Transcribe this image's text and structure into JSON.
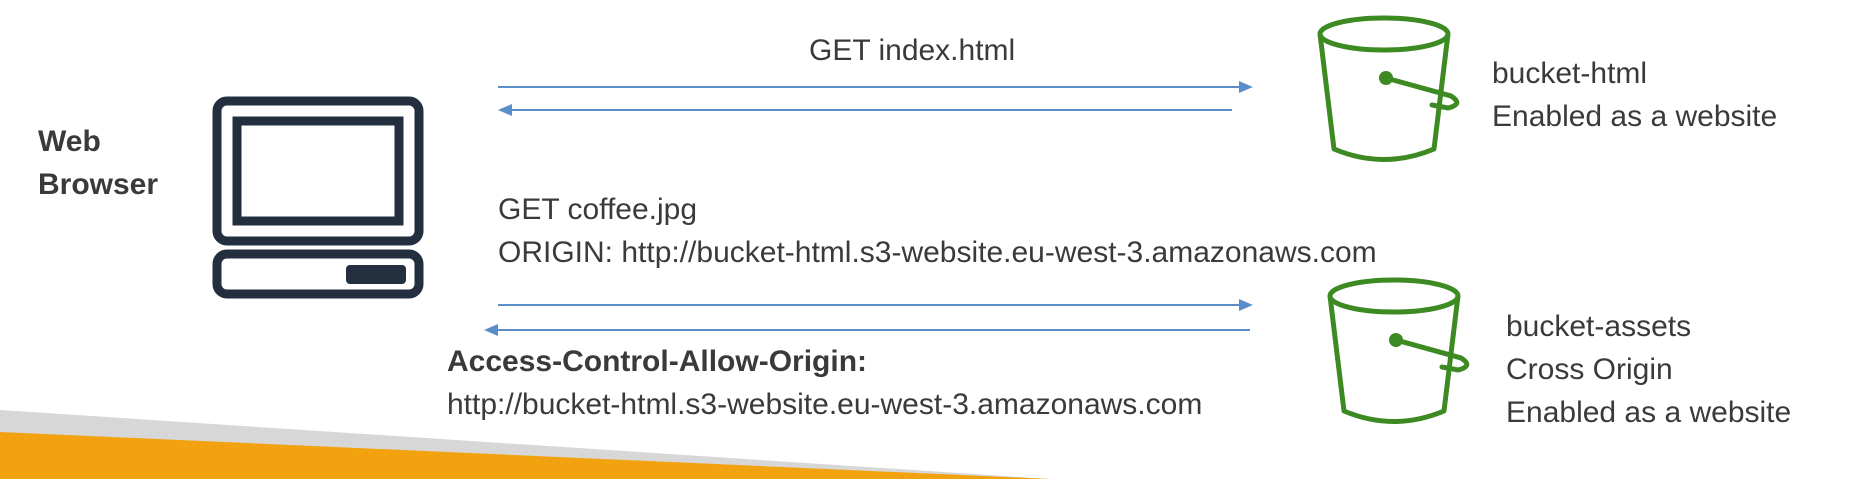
{
  "browser": {
    "label_line1": "Web",
    "label_line2": "Browser",
    "icon": "computer-icon"
  },
  "request1": {
    "label": "GET index.html"
  },
  "bucket_html": {
    "icon": "bucket-icon",
    "name": "bucket-html",
    "note": "Enabled as a website"
  },
  "request2": {
    "line1": "GET coffee.jpg",
    "line2": "ORIGIN: http://bucket-html.s3-website.eu-west-3.amazonaws.com"
  },
  "response2": {
    "header": "Access-Control-Allow-Origin:",
    "value": "http://bucket-html.s3-website.eu-west-3.amazonaws.com"
  },
  "bucket_assets": {
    "icon": "bucket-icon",
    "name": "bucket-assets",
    "note1": "Cross Origin",
    "note2": "Enabled as a website"
  },
  "colors": {
    "arrow": "#5b8ec9",
    "bucket": "#3d8a22",
    "monitor": "#232f3e",
    "banner_orange": "#f2a20f",
    "banner_gray": "#d7d7d7"
  }
}
